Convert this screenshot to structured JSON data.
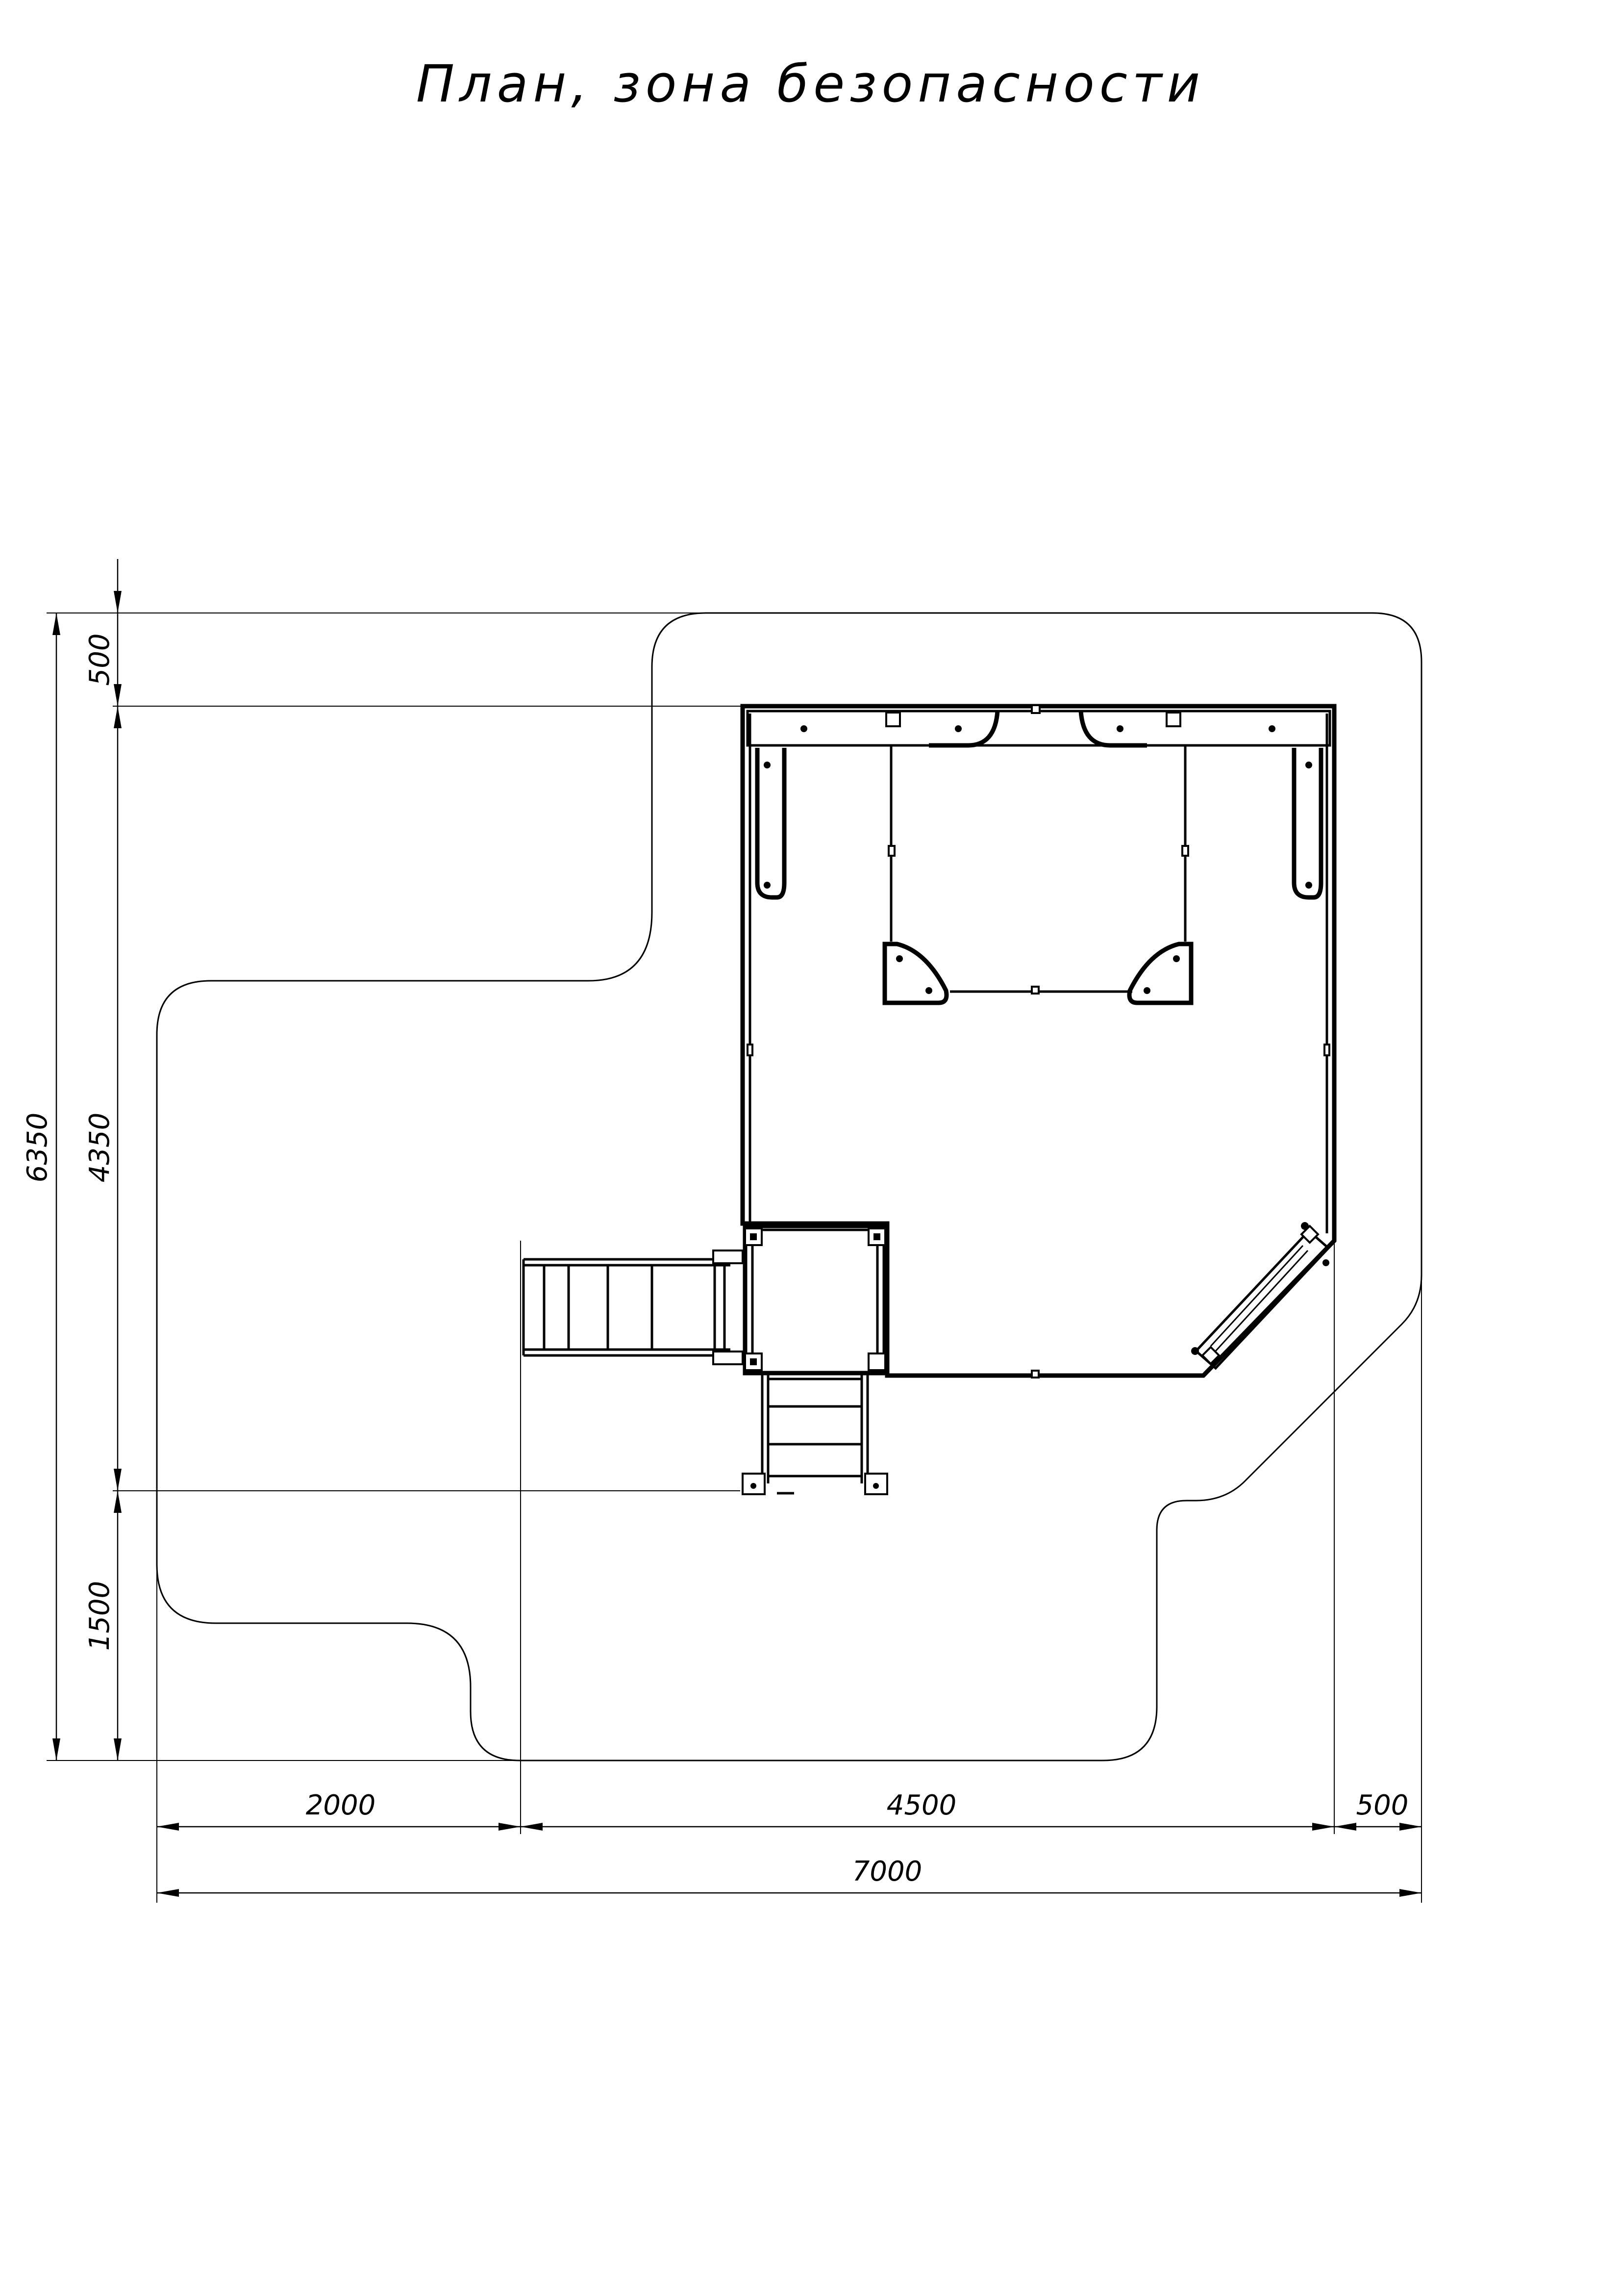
{
  "title": "План, зона безопасности",
  "dimensions": {
    "left_total": "6350",
    "left_top": "500",
    "left_middle": "4350",
    "left_bottom": "1500",
    "bottom_left": "2000",
    "bottom_middle": "4500",
    "bottom_right": "500",
    "bottom_total": "7000"
  }
}
